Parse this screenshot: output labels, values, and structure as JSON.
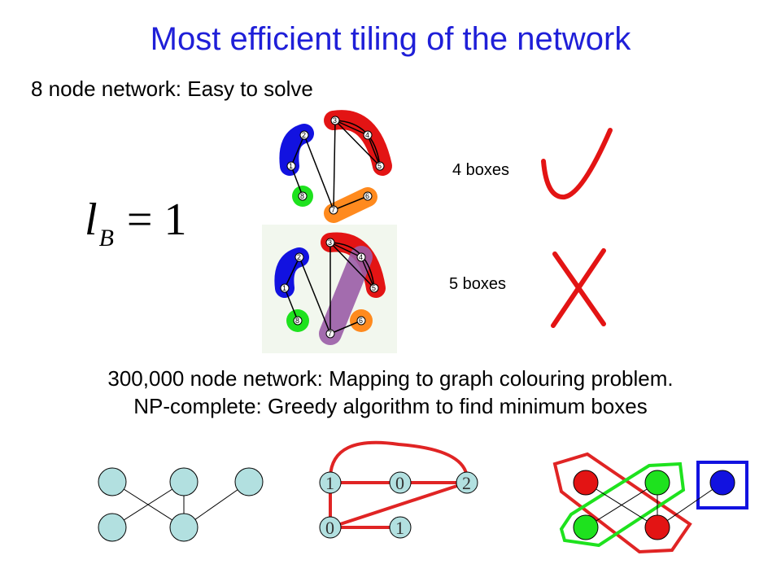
{
  "title": "Most efficient tiling of the network",
  "subtitle": "8 node network: Easy to solve",
  "formula": {
    "symbol": "l",
    "subscript": "B",
    "equals": "=",
    "value": "1"
  },
  "tilings": [
    {
      "label": "4 boxes",
      "verdict": "correct"
    },
    {
      "label": "5 boxes",
      "verdict": "incorrect"
    }
  ],
  "node_labels": [
    "1",
    "2",
    "3",
    "4",
    "5",
    "6",
    "7",
    "8"
  ],
  "large_network": {
    "line1": "300,000 node network: Mapping to graph colouring problem.",
    "line2": "NP-complete: Greedy algorithm to find minimum boxes"
  },
  "colouring_labels": [
    "1",
    "0",
    "2",
    "0",
    "1"
  ],
  "colors": {
    "title": "#1f1fd8",
    "blue": "#1212e0",
    "red": "#e31414",
    "green": "#1ee21e",
    "orange": "#ff8a1e",
    "purple": "#9a5ca6",
    "node_fill": "#b2e0e0",
    "edge_red": "#e02424"
  }
}
